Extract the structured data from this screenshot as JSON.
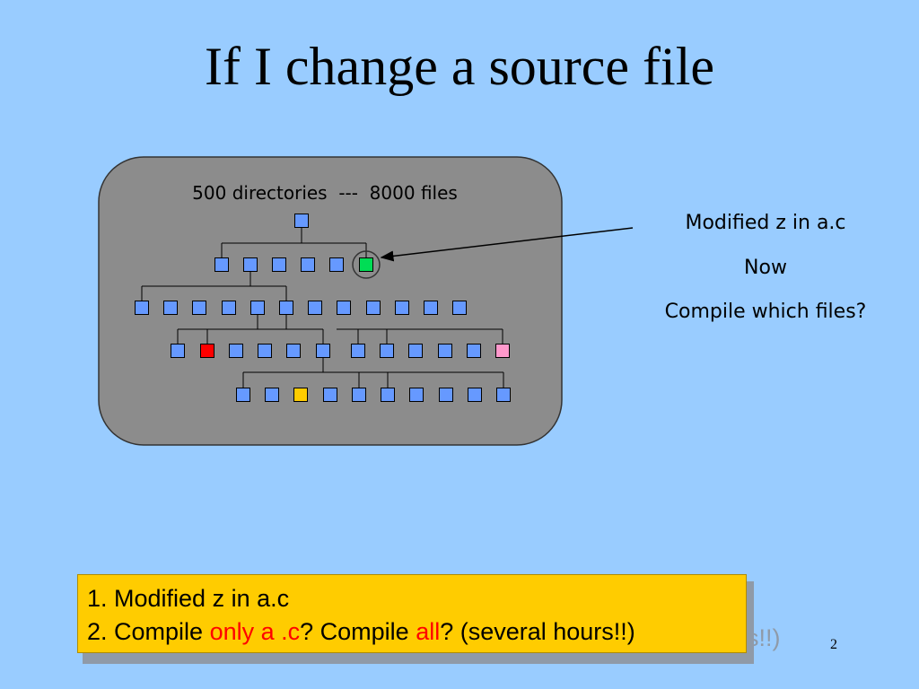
{
  "slide": {
    "title": "If I change a source file",
    "number": "2"
  },
  "diagram": {
    "caption": "500 directories  ---  8000 files",
    "colors": {
      "panel": "#8c8c8c",
      "node": "#6699ff",
      "changed": "#00dd55",
      "red": "#ff0000",
      "yellow": "#ffcc00",
      "pink": "#ff99cc"
    }
  },
  "side_notes": {
    "line1": "Modified   z  in  a.c",
    "line2": "Now",
    "line3": "Compile which files?"
  },
  "summary": {
    "line1": "1. Modified  z in a.c",
    "line2_part1": "2. Compile ",
    "line2_red1": "only a .c",
    "line2_part2": "?   Compile ",
    "line2_red2": "all",
    "line2_part3": "? (several hours!!)",
    "overflow": "s!!)"
  }
}
